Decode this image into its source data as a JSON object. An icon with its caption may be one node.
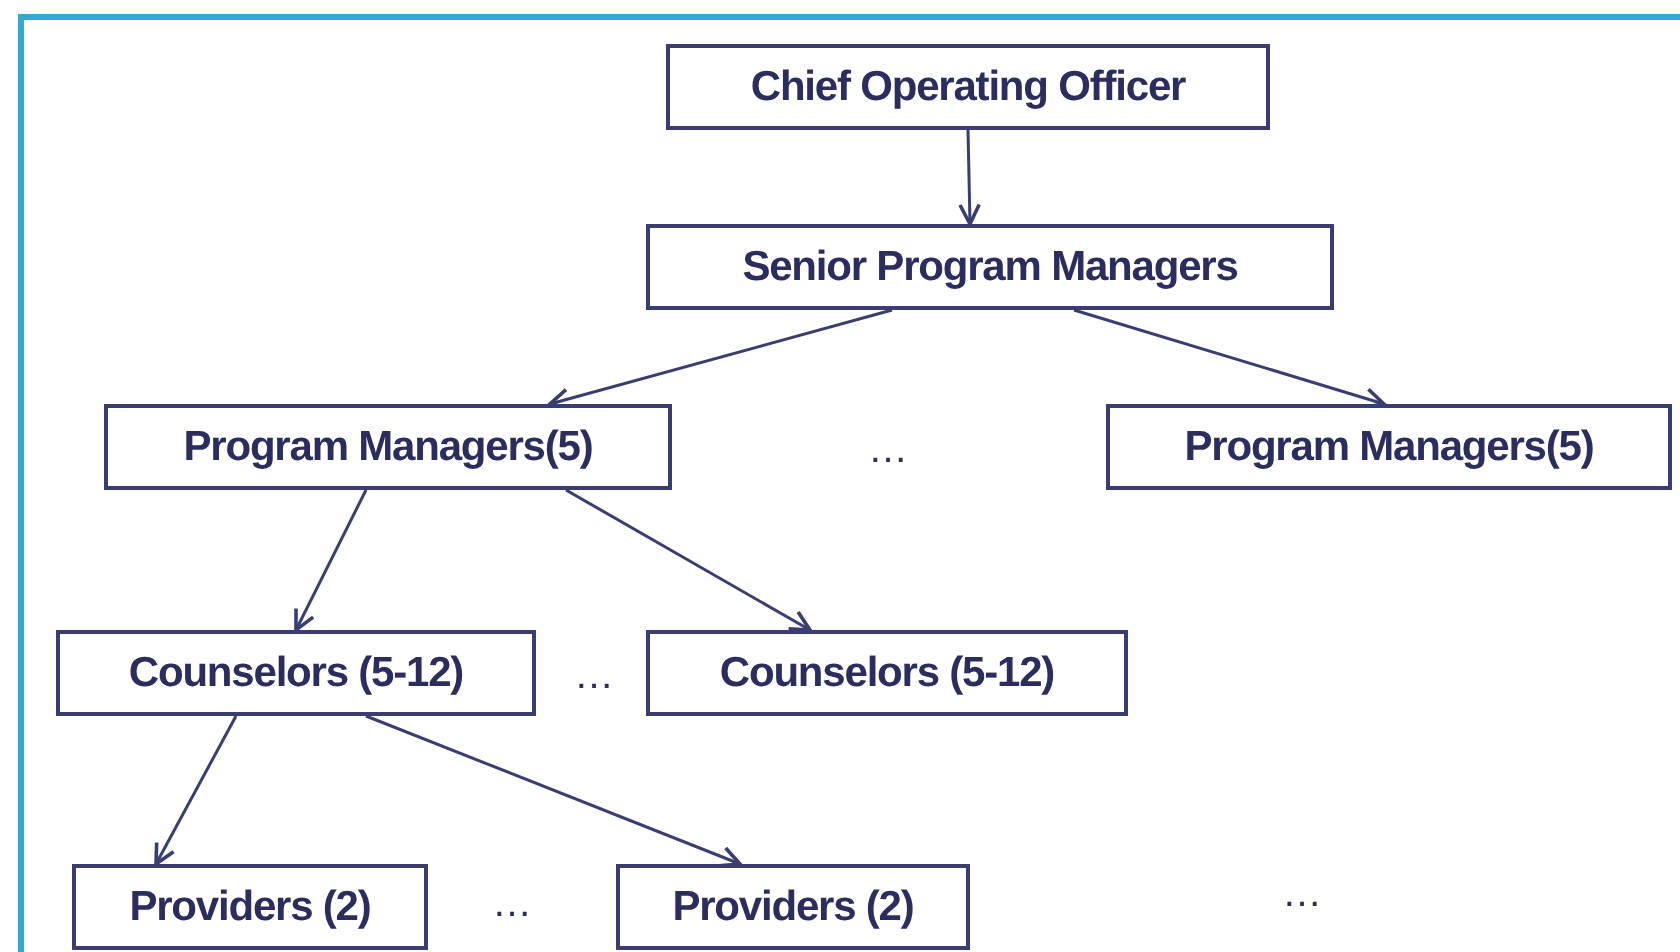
{
  "diagram": {
    "nodes": [
      {
        "text": [
          "Chief Operating Officer"
        ]
      },
      {
        "text": [
          "Senior Program Managers"
        ]
      },
      {
        "text": [
          "Program Managers(5)"
        ]
      },
      {
        "text": [
          "Program Managers(5)"
        ]
      },
      {
        "text": [
          "Counselors (5-12)"
        ]
      },
      {
        "text": [
          "Counselors (5-12)"
        ]
      },
      {
        "text": [
          "Providers (2)"
        ]
      },
      {
        "text": [
          "Providers (2)"
        ]
      }
    ],
    "edges": [
      {
        "from": 0,
        "to": 1,
        "arrow": "to"
      },
      {
        "from": 1,
        "to": 2,
        "arrow": "to"
      },
      {
        "from": 1,
        "to": 3,
        "arrow": "to"
      },
      {
        "from": 2,
        "to": 4,
        "arrow": "to"
      },
      {
        "from": 2,
        "to": 5,
        "arrow": "to"
      },
      {
        "from": 4,
        "to": 6,
        "arrow": "to"
      },
      {
        "from": 4,
        "to": 7,
        "arrow": "to"
      }
    ],
    "labels": [
      "…",
      "…",
      "…",
      "…"
    ]
  }
}
